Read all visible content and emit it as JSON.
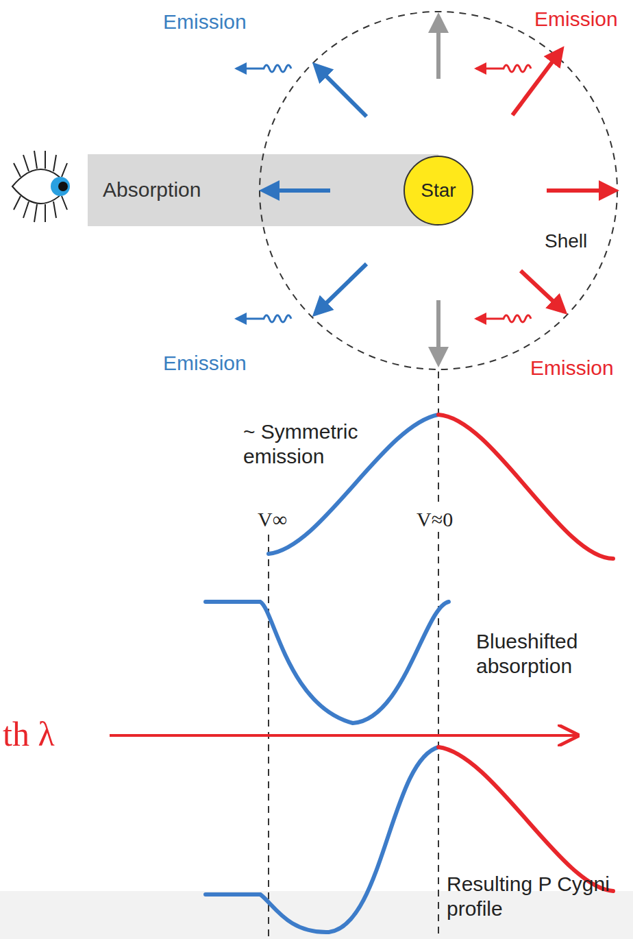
{
  "diagram": {
    "nodes": [
      {
        "text": [
          "Shell"
        ]
      },
      {
        "text": [
          "Star"
        ],
        "in": 0
      },
      {
        "text": [
          "Absorption"
        ]
      }
    ],
    "labels": [
      "Emission",
      "Emission",
      "Emission",
      "Emission",
      "~ Symmetric emission",
      "V∞",
      "V≈0",
      "Blueshifted absorption",
      "th λ",
      "Resulting P Cygni profile"
    ]
  }
}
